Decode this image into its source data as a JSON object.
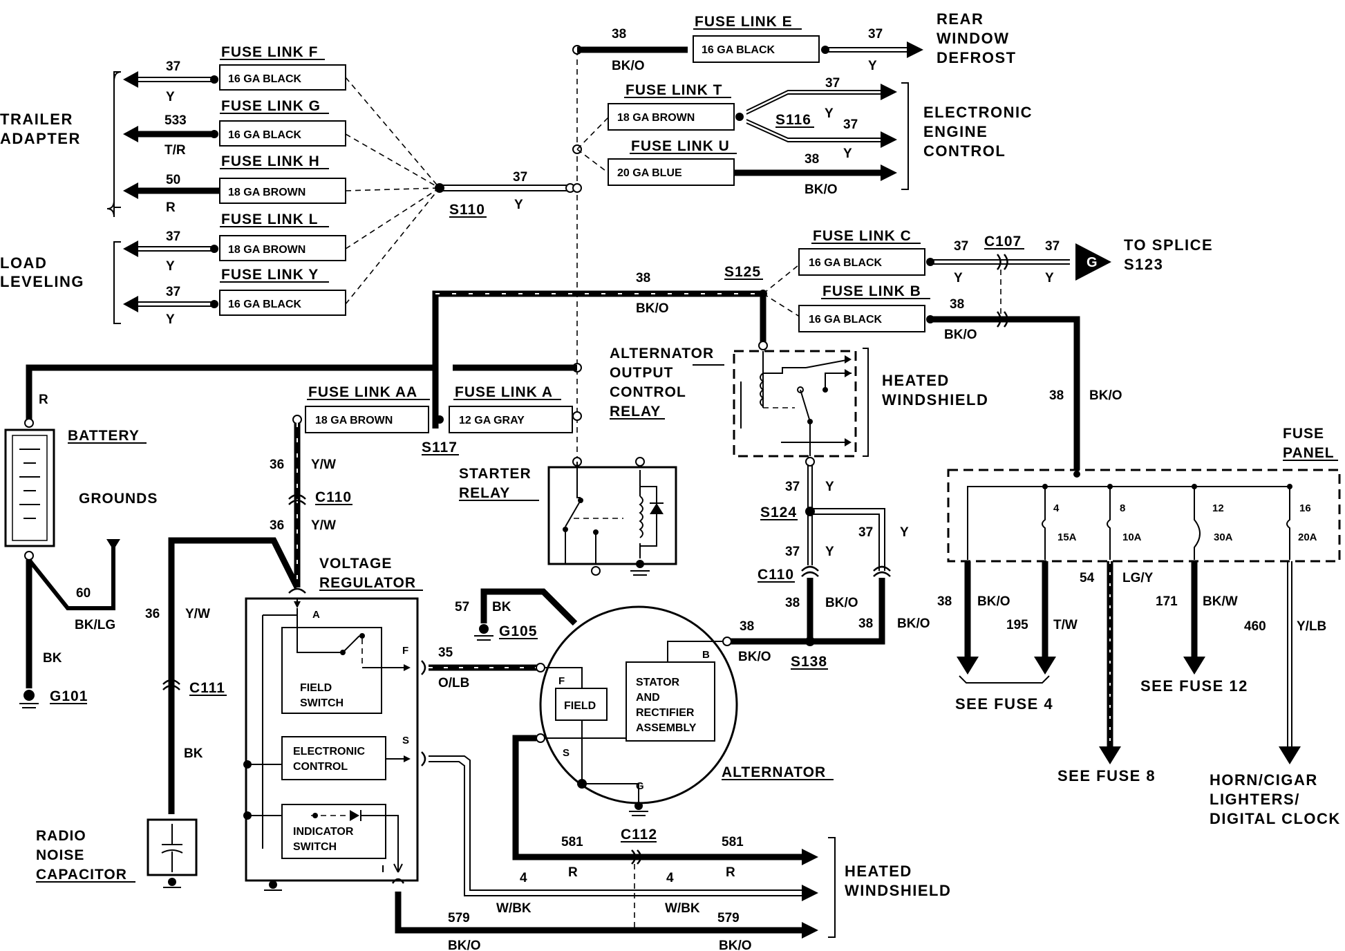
{
  "fuse_links": {
    "F": {
      "title": "FUSE LINK F",
      "spec": "16 GA BLACK"
    },
    "G": {
      "title": "FUSE LINK G",
      "spec": "16 GA BLACK"
    },
    "H": {
      "title": "FUSE LINK H",
      "spec": "18 GA BROWN"
    },
    "L": {
      "title": "FUSE LINK L",
      "spec": "18 GA BROWN"
    },
    "Y": {
      "title": "FUSE LINK Y",
      "spec": "16 GA BLACK"
    },
    "E": {
      "title": "FUSE LINK E",
      "spec": "16 GA BLACK"
    },
    "T": {
      "title": "FUSE LINK T",
      "spec": "18 GA BROWN"
    },
    "U": {
      "title": "FUSE LINK U",
      "spec": "20 GA BLUE"
    },
    "C": {
      "title": "FUSE LINK C",
      "spec": "16 GA BLACK"
    },
    "B": {
      "title": "FUSE LINK B",
      "spec": "16 GA BLACK"
    },
    "AA": {
      "title": "FUSE LINK AA",
      "spec": "18 GA BROWN"
    },
    "A": {
      "title": "FUSE LINK A",
      "spec": "12 GA GRAY"
    }
  },
  "destinations": {
    "trailer_adapter": [
      "TRAILER",
      "ADAPTER"
    ],
    "load_leveling": [
      "LOAD",
      "LEVELING"
    ],
    "rear_window_defrost": [
      "REAR",
      "WINDOW",
      "DEFROST"
    ],
    "electronic_engine_control": [
      "ELECTRONIC",
      "ENGINE",
      "CONTROL"
    ],
    "to_splice": [
      "TO SPLICE",
      "S123"
    ],
    "heated_windshield_top": [
      "HEATED",
      "WINDSHIELD"
    ],
    "heated_windshield_bottom": [
      "HEATED",
      "WINDSHIELD"
    ],
    "see_fuse_4": "SEE FUSE 4",
    "see_fuse_8": "SEE FUSE 8",
    "see_fuse_12": "SEE FUSE 12",
    "horn": [
      "HORN/CIGAR",
      "LIGHTERS/",
      "DIGITAL CLOCK"
    ]
  },
  "components": {
    "battery": "BATTERY",
    "grounds": "GROUNDS",
    "starter_relay": [
      "STARTER",
      "RELAY"
    ],
    "alt_relay": [
      "ALTERNATOR",
      "OUTPUT",
      "CONTROL",
      "RELAY"
    ],
    "heated_windshield_relay": [
      "HEATED",
      "WINDSHIELD"
    ],
    "fuse_panel": [
      "FUSE",
      "PANEL"
    ],
    "voltage_regulator": [
      "VOLTAGE",
      "REGULATOR"
    ],
    "field_switch": [
      "FIELD",
      "SWITCH"
    ],
    "electronic_control": [
      "ELECTRONIC",
      "CONTROL"
    ],
    "indicator_switch": [
      "INDICATOR",
      "SWITCH"
    ],
    "alternator": "ALTERNATOR",
    "field": "FIELD",
    "stator": [
      "STATOR",
      "AND",
      "RECTIFIER",
      "ASSEMBLY"
    ],
    "radio_capacitor": [
      "RADIO",
      "NOISE",
      "CAPACITOR"
    ],
    "reg_terminals": {
      "a": "A",
      "f": "F",
      "s": "S",
      "i": "I"
    },
    "alt_terminals": {
      "f": "F",
      "s": "S",
      "b": "B",
      "g": "G"
    }
  },
  "splices": {
    "s110": "S110",
    "s116": "S116",
    "s117": "S117",
    "s124": "S124",
    "s125": "S125",
    "s138": "S138"
  },
  "connectors": {
    "c107": "C107",
    "c110a": "C110",
    "c110b": "C110",
    "c111": "C111",
    "c112": "C112"
  },
  "grounds": {
    "g101": "G101",
    "g105": "G105",
    "g_symbol": "G"
  },
  "fuses": [
    {
      "num": "4",
      "amp": "15A"
    },
    {
      "num": "8",
      "amp": "10A"
    },
    {
      "num": "12",
      "amp": "30A"
    },
    {
      "num": "16",
      "amp": "20A"
    }
  ],
  "wires": {
    "w37_f": "37",
    "c_y_f": "Y",
    "w533": "533",
    "c_tr": "T/R",
    "w50": "50",
    "c_r_h": "R",
    "w37_l": "37",
    "c_y_l": "Y",
    "w37_y": "37",
    "c_y_y": "Y",
    "w37_s110": "37",
    "c_y_s110": "Y",
    "w38_e": "38",
    "c_bko_e": "BK/O",
    "w37_e": "37",
    "c_y_e": "Y",
    "w37_t1": "37",
    "c_y_t": "Y",
    "w37_t2": "37",
    "c_y_t2": "Y",
    "w38_u": "38",
    "c_bko_u": "BK/O",
    "w37_c": "37",
    "c_y_c": "Y",
    "w37_c2": "37",
    "c_y_c2": "Y",
    "w38_b": "38",
    "c_bko_b": "BK/O",
    "w38_s125": "38",
    "c_bko_s125": "BK/O",
    "w38_fp": "38",
    "c_bko_fp": "BK/O",
    "c_r_bat": "R",
    "w36_a": "36",
    "c_yw_a": "Y/W",
    "w36_b": "36",
    "c_yw_b": "Y/W",
    "w60": "60",
    "c_bklg": "BK/LG",
    "c_bk_bat": "BK",
    "w36_c": "36",
    "c_yw_c": "Y/W",
    "c_bk_cap": "BK",
    "w57": "57",
    "c_bk_57": "BK",
    "w35": "35",
    "c_olb": "O/LB",
    "w37_s124": "37",
    "c_y_s124": "Y",
    "w37_b2": "37",
    "c_y_b2": "Y",
    "w37_c110": "37",
    "c_y_c110": "Y",
    "w38_c110": "38",
    "c_bko_c110": "BK/O",
    "w38_alt": "38",
    "c_bko_alt": "BK/O",
    "w38_s138": "38",
    "c_bko_s138": "BK/O",
    "w581_a": "581",
    "c_r_581a": "R",
    "w581_b": "581",
    "c_r_581b": "R",
    "w4_a": "4",
    "c_wbk_a": "W/BK",
    "w4_b": "4",
    "c_wbk_b": "W/BK",
    "w579_a": "579",
    "c_bko_579a": "BK/O",
    "w579_b": "579",
    "c_bko_579b": "BK/O",
    "w38_f4": "38",
    "c_bko_f4": "BK/O",
    "w195": "195",
    "c_tw": "T/W",
    "w54": "54",
    "c_lgy": "LG/Y",
    "w171": "171",
    "c_bkw": "BK/W",
    "w460": "460",
    "c_ylb": "Y/LB"
  }
}
